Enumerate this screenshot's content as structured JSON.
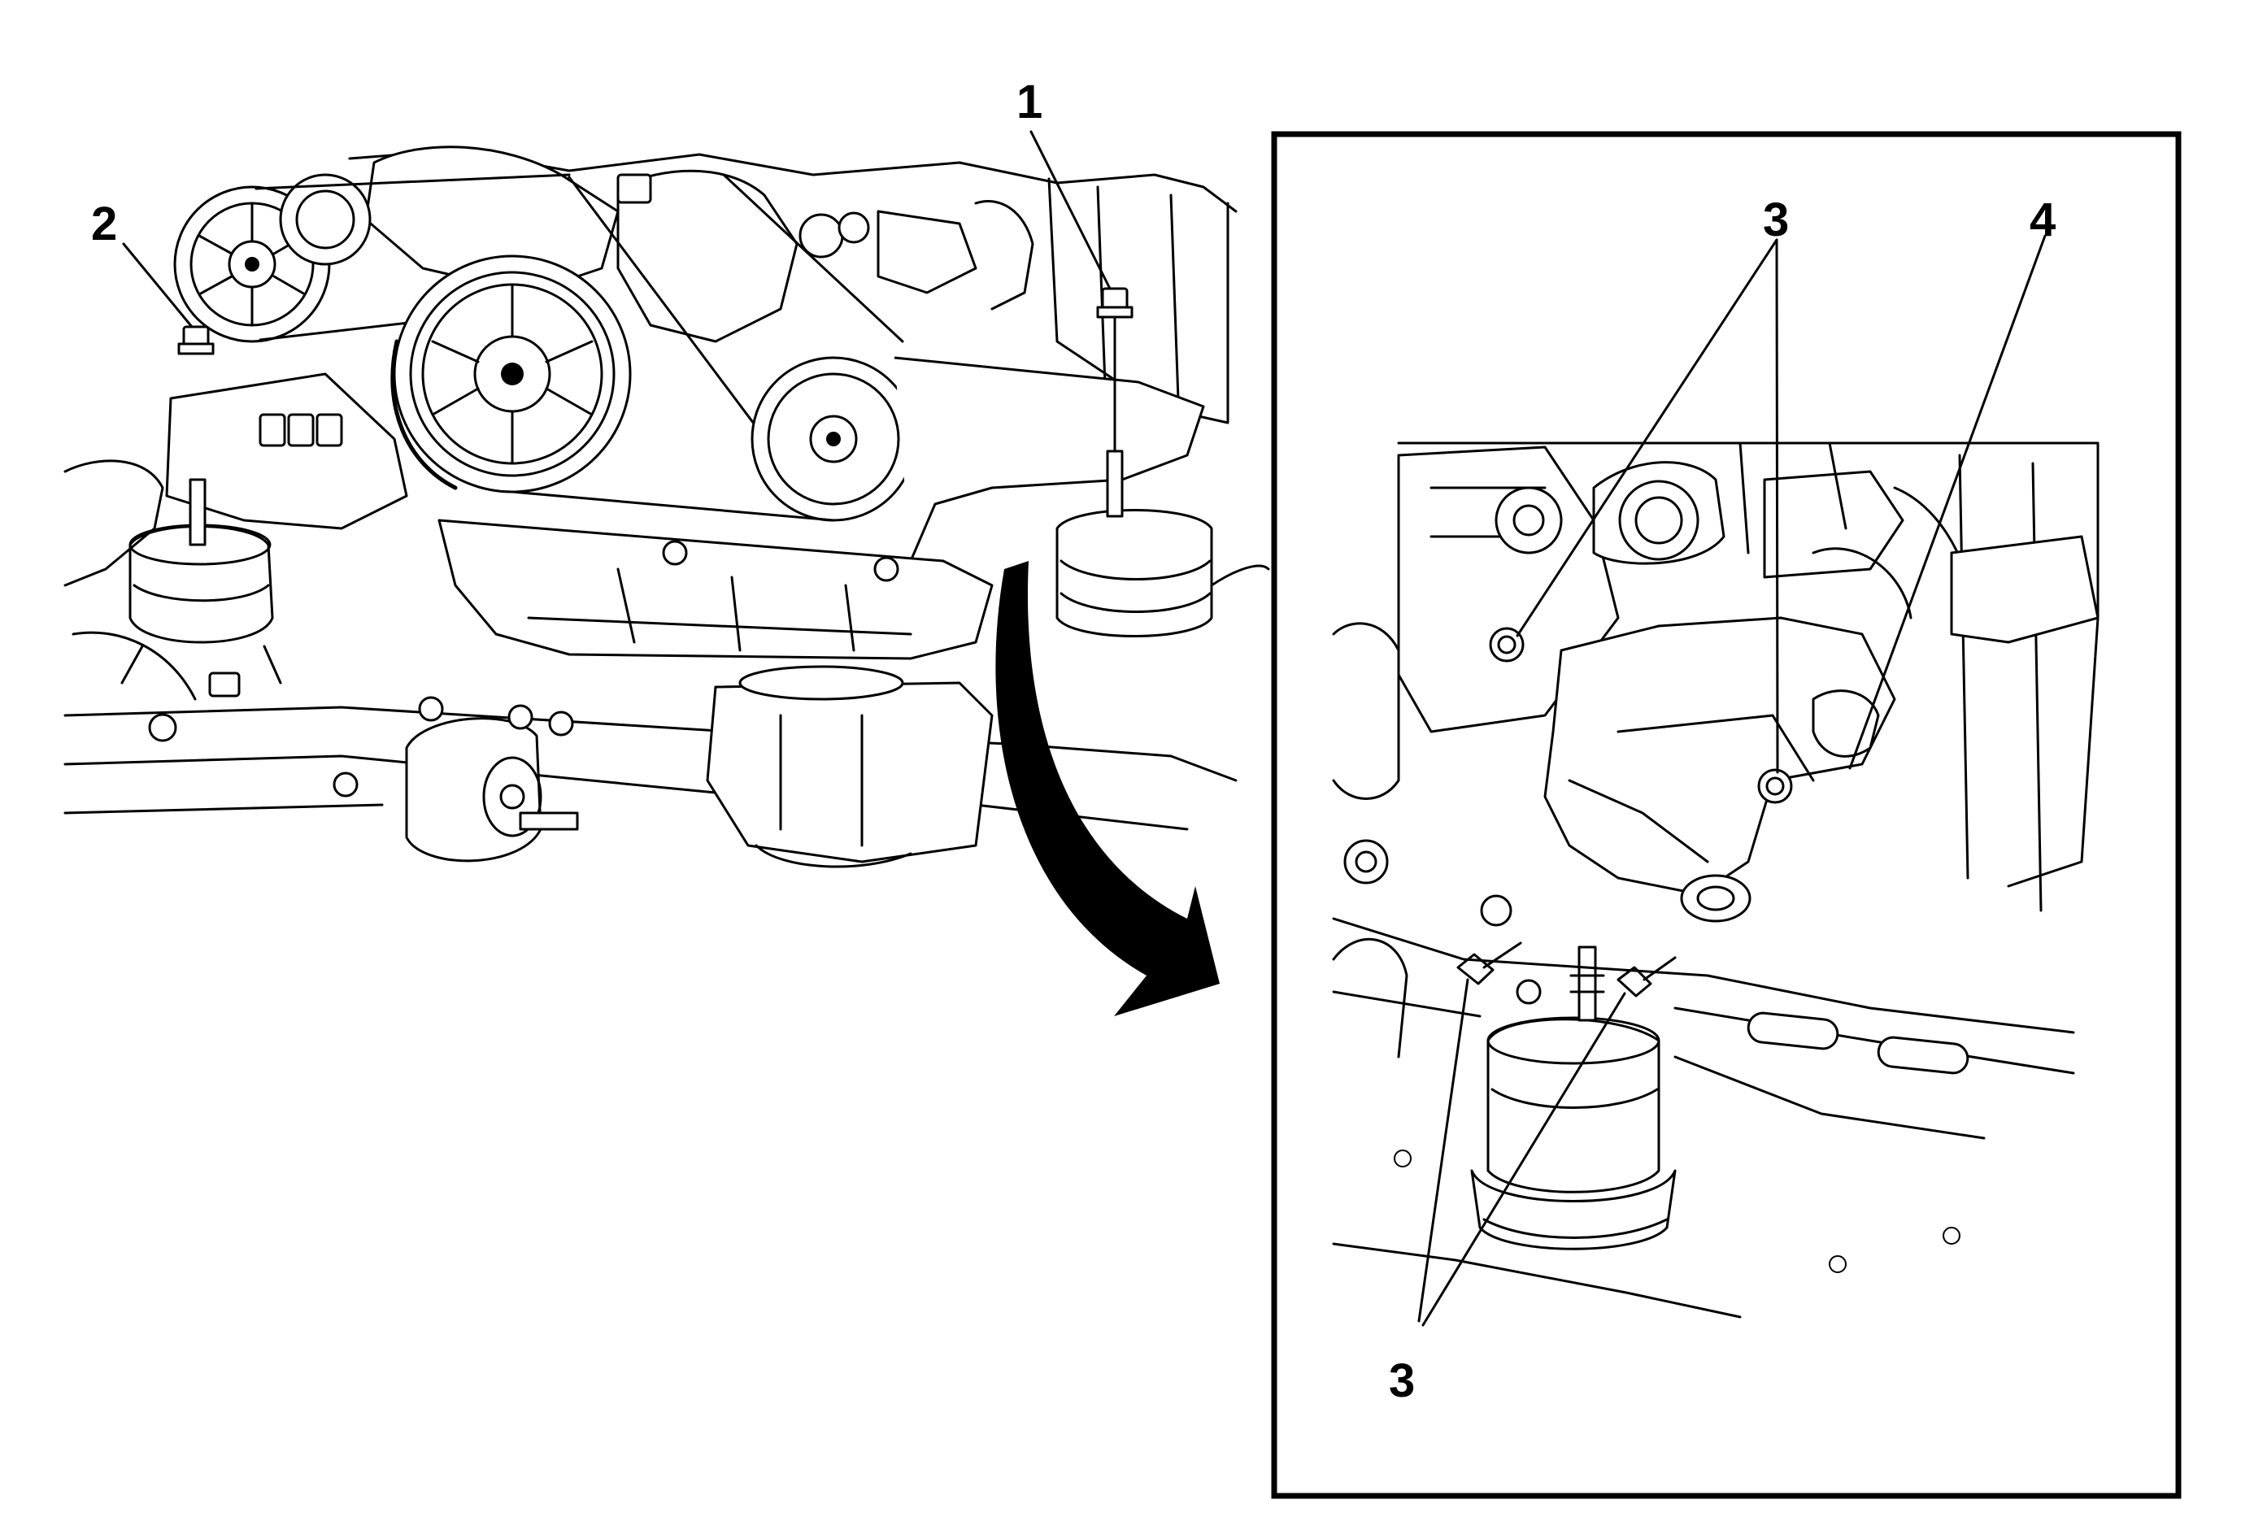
{
  "callouts": {
    "c1": "1",
    "c2": "2",
    "c3a": "3",
    "c3b": "3",
    "c4": "4"
  },
  "colors": {
    "line": "#000000",
    "background": "#ffffff"
  }
}
